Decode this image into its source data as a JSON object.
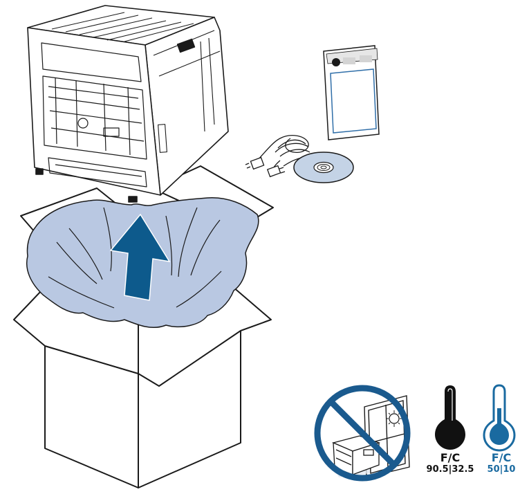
{
  "colors": {
    "plastic_bag": "#b9c8e2",
    "arrow": "#0d5a8c",
    "cold_thermometer": "#1a6aa0",
    "hot_thermometer": "#111111",
    "outline": "#1a1a1a",
    "manual_inner": "#2f6ea8"
  },
  "hot_thermometer": {
    "unit_label": "F/C",
    "range_label": "90.5|32.5"
  },
  "cold_thermometer": {
    "unit_label": "F/C",
    "range_label": "50|10"
  },
  "icons": [
    "printer-icon",
    "manual-icon",
    "power-cord-icon",
    "cd-icon",
    "no-direct-sunlight-icon",
    "hot-thermometer-icon",
    "cold-thermometer-icon"
  ]
}
